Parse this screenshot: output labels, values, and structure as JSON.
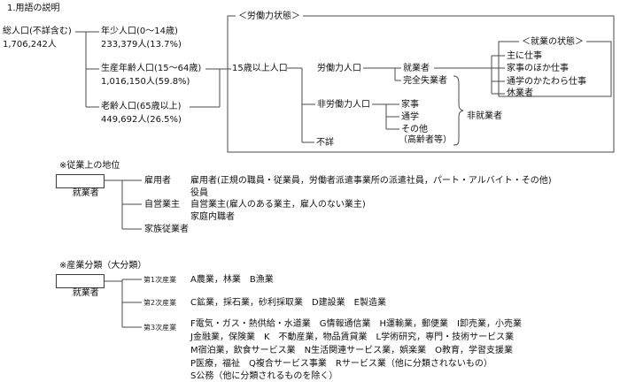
{
  "page": {
    "title": "1.用語の説明"
  },
  "population": {
    "total": {
      "label": "総人口(不詳含む)",
      "value": "1,706,242人"
    },
    "young": {
      "label": "年少人口(0～14歳)",
      "value": "233,379人(13.7%)"
    },
    "working_age": {
      "label": "生産年齢人口(15～64歳)",
      "value": "1,016,150人(59.8%)"
    },
    "aged": {
      "label": "老齢人口(65歳以上)",
      "value": "449,692人(26.5%)"
    }
  },
  "labor_status": {
    "box_title": "＜労働力状態＞",
    "age15_over": "15歳以上人口",
    "labor_force": "労働力人口",
    "employed": "就業者",
    "unemployed": "完全失業者",
    "not_in_labor_force": "非労働力人口",
    "housework": "家事",
    "attending_school": "通学",
    "others": "その他",
    "others_note": "（高齢者等）",
    "unknown": "不詳",
    "non_employed": "非就業者",
    "employment_status": {
      "box_title": "＜就業の状態＞",
      "items": [
        "主に仕事",
        "家事のほか仕事",
        "通学のかたわら仕事",
        "休業者"
      ]
    }
  },
  "employment_position": {
    "heading": "※従業上の地位",
    "root": "就業者",
    "employee": {
      "label": "雇用者",
      "desc": "雇用者(正規の職員・従業員，労働者派遣事業所の派遣社員，パート・アルバイト・その他)",
      "desc2": "役員"
    },
    "self_employed": {
      "label": "自営業主",
      "desc": "自営業主(雇人のある業主，雇人のない業主)",
      "desc2": "家庭内職者"
    },
    "family_worker": {
      "label": "家族従業者"
    }
  },
  "industry": {
    "heading": "※産業分類（大分類）",
    "root": "就業者",
    "primary": {
      "label": "第1次産業",
      "desc": "A農業，林業　B漁業"
    },
    "secondary": {
      "label": "第2次産業",
      "desc": "C鉱業，採石業，砂利採取業　D建設業　E製造業"
    },
    "tertiary": {
      "label": "第3次産業",
      "lines": [
        "F電気・ガス・熱供給・水道業　G情報通信業　H運輸業，郵便業　I卸売業，小売業",
        "J金融業，保険業　K　不動産業，物品賃貸業　L学術研究，専門・技術サービス業",
        "M宿泊業，飲食サービス業　N生活関連サービス業，娯楽業　O教育，学習支援業",
        "P医療，福祉　Q複合サービス事業　Rサービス業（他に分類されないもの）",
        "S公務（他に分類されるものを除く）"
      ]
    }
  },
  "colors": {
    "line": "#4a4a4a",
    "text": "#111111",
    "background": "#ffffff"
  }
}
